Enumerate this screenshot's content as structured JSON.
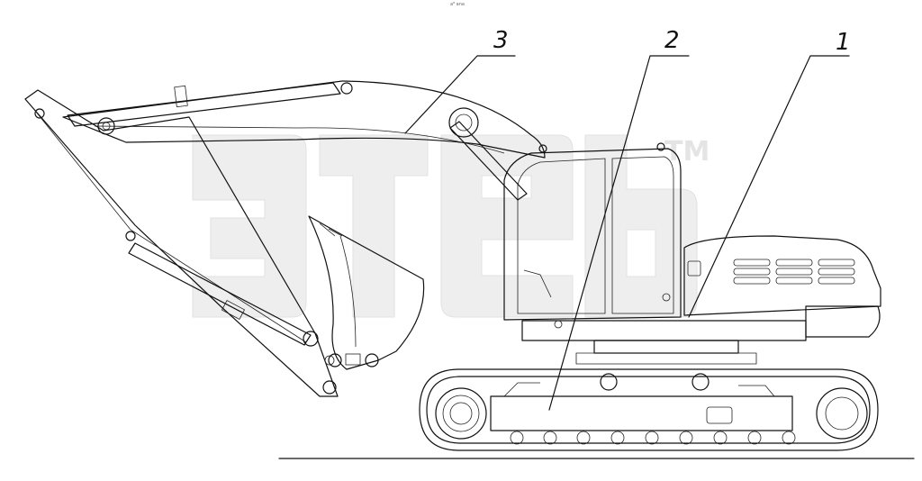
{
  "header": {
    "tiny_text": "a⁸ ana"
  },
  "watermark": {
    "mark": "TM"
  },
  "callouts": [
    {
      "label": "1"
    },
    {
      "label": "2"
    },
    {
      "label": "3"
    }
  ]
}
